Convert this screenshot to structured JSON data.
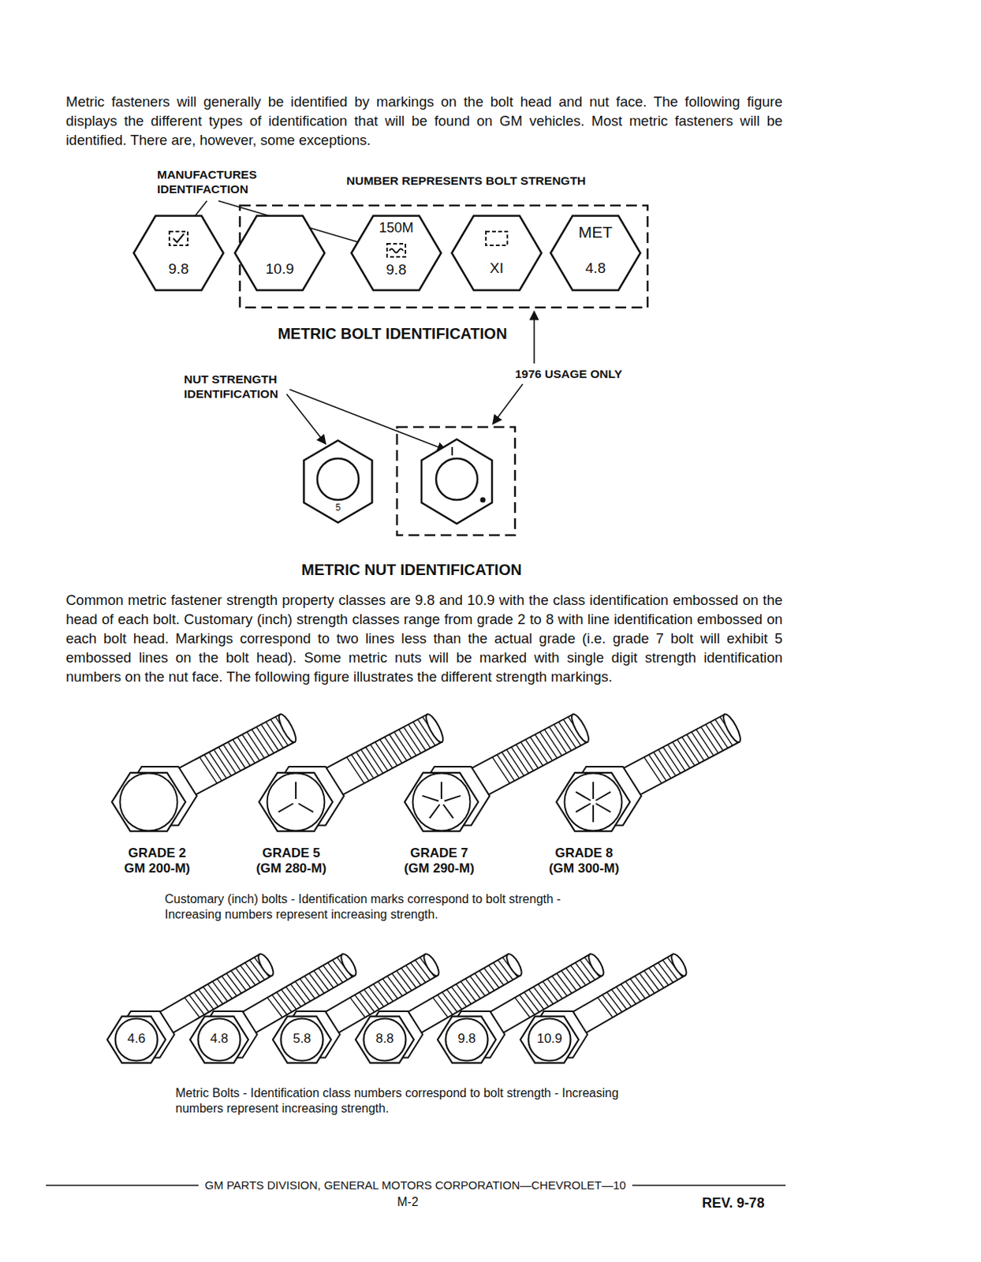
{
  "diagram": {
    "nodes": [
      {
        "text": [
          "9.8"
        ]
      },
      {
        "text": [
          "10.9"
        ]
      },
      {
        "text": [
          "150M",
          "9.8"
        ]
      },
      {
        "text": [
          "XI"
        ]
      },
      {
        "text": [
          "MET",
          "4.8"
        ]
      },
      {
        "text": [
          "5"
        ]
      },
      {
        "text": [
          "4.6"
        ]
      },
      {
        "text": [
          "4.8"
        ]
      },
      {
        "text": [
          "5.8"
        ]
      },
      {
        "text": [
          "8.8"
        ]
      },
      {
        "text": [
          "9.8"
        ]
      },
      {
        "text": [
          "10.9"
        ]
      }
    ],
    "labels": [
      "Metric fasteners will generally be identified by markings on the bolt head and nut face. The following figure displays the different types of identification that will be found on GM vehicles. Most metric fasteners will be identified. There are, however, some exceptions.",
      "MANUFACTURES IDENTIFACTION",
      "NUMBER REPRESENTS BOLT STRENGTH",
      "METRIC BOLT IDENTIFICATION",
      "1976 USAGE ONLY",
      "NUT STRENGTH IDENTIFICATION",
      "METRIC NUT IDENTIFICATION",
      "Common metric fastener strength property classes are 9.8 and 10.9 with the class identification embossed on the head of each bolt. Customary (inch) strength classes range from grade 2 to 8 with line identification embossed on each bolt head. Markings correspond to two lines less than the actual grade (i.e. grade 7 bolt will exhibit 5 embossed lines on the bolt head). Some metric nuts will be marked with single digit strength identification numbers on the nut face. The following figure illustrates the different strength markings.",
      "GRADE 2",
      "GM 200-M)",
      "GRADE 5",
      "(GM 280-M)",
      "GRADE 7",
      "(GM 290-M)",
      "GRADE 8",
      "(GM 300-M)",
      "Customary (inch) bolts - Identification marks correspond to bolt strength - Increasing numbers represent increasing strength.",
      "Metric Bolts - Identification class numbers correspond to bolt strength - Increasing numbers represent increasing strength.",
      "GM PARTS DIVISION, GENERAL MOTORS CORPORATION—CHEVROLET—10",
      "M-2",
      "REV. 9-78"
    ]
  }
}
